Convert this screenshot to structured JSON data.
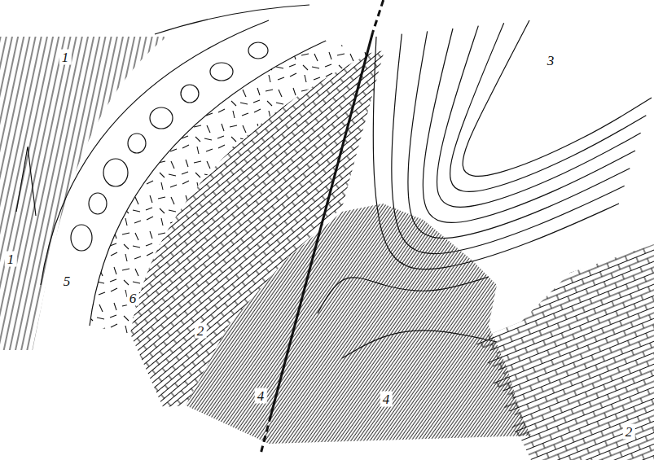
{
  "diagram": {
    "labels": [
      "1",
      "3",
      "1",
      "5",
      "6",
      "2",
      "4",
      "4",
      "2"
    ]
  }
}
